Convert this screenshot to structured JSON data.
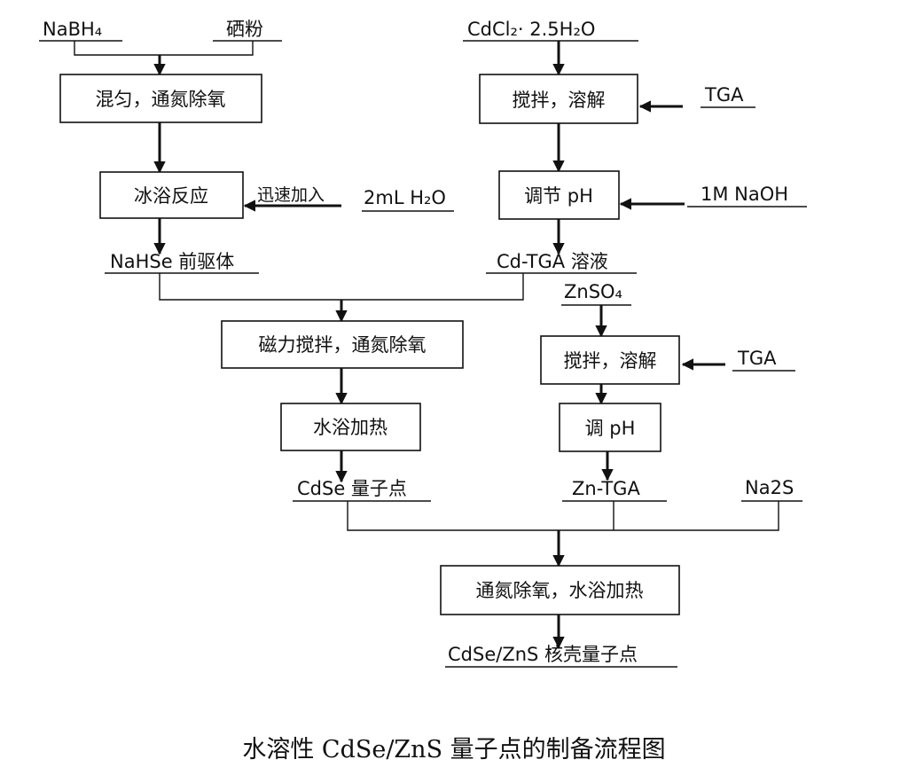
{
  "inputs": {
    "nabh4": "NaBH₄",
    "se_powder": "硒粉",
    "cdcl2": "CdCl₂· 2.5H₂O",
    "tga_1": "TGA",
    "water": "2mL H₂O",
    "naoh": "1M NaOH",
    "znso4": "ZnSO₄",
    "tga_2": "TGA",
    "na2s": "Na2S"
  },
  "steps": {
    "mix_purge": "混匀，通氮除氧",
    "ice_bath": "冰浴反应",
    "stir_dissolve_1": "搅拌，溶解",
    "adjust_ph_1": "调节 pH",
    "magnetic_stir": "磁力搅拌，通氮除氧",
    "water_bath_heat": "水浴加热",
    "stir_dissolve_2": "搅拌，溶解",
    "adjust_ph_2": "调 pH",
    "final_purge_heat": "通氮除氧，水浴加热"
  },
  "intermediates": {
    "nahse": "NaHSe 前驱体",
    "cd_tga": "Cd-TGA 溶液",
    "cdse_qd": "CdSe 量子点",
    "zn_tga": "Zn-TGA",
    "core_shell": "CdSe/ZnS 核壳量子点"
  },
  "annotations": {
    "rapid_add": "迅速加入"
  },
  "caption": "水溶性 CdSe/ZnS 量子点的制备流程图"
}
